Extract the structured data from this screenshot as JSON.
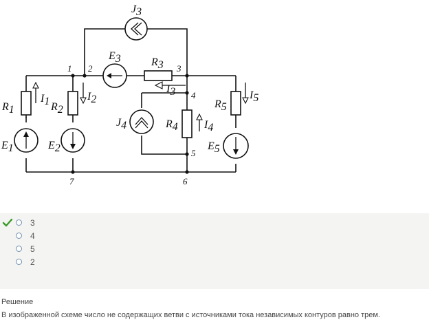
{
  "diagram": {
    "nodes": [
      "1",
      "2",
      "3",
      "4",
      "5",
      "6",
      "7"
    ],
    "elements": {
      "J3": {
        "main": "J",
        "sub": "3"
      },
      "E3": {
        "main": "E",
        "sub": "3"
      },
      "R3": {
        "main": "R",
        "sub": "3"
      },
      "I3": {
        "main": "I",
        "sub": "3"
      },
      "R1": {
        "main": "R",
        "sub": "1"
      },
      "I1": {
        "main": "I",
        "sub": "1"
      },
      "R2": {
        "main": "R",
        "sub": "2"
      },
      "I2": {
        "main": "I",
        "sub": "2"
      },
      "E1": {
        "main": "E",
        "sub": "1"
      },
      "E2": {
        "main": "E",
        "sub": "2"
      },
      "J4": {
        "main": "J",
        "sub": "4"
      },
      "R4": {
        "main": "R",
        "sub": "4"
      },
      "I4": {
        "main": "I",
        "sub": "4"
      },
      "R5": {
        "main": "R",
        "sub": "5"
      },
      "I5": {
        "main": "I",
        "sub": "5"
      },
      "E5": {
        "main": "E",
        "sub": "5"
      }
    }
  },
  "answers": {
    "options": [
      {
        "label": "3",
        "correct": true
      },
      {
        "label": "4",
        "correct": false
      },
      {
        "label": "5",
        "correct": false
      },
      {
        "label": "2",
        "correct": false
      }
    ],
    "check_color": "#3a9a2a"
  },
  "solution": {
    "heading": "Решение",
    "text": "В изображенной схеме число не содержащих ветви с источниками тока независимых контуров равно трем."
  }
}
